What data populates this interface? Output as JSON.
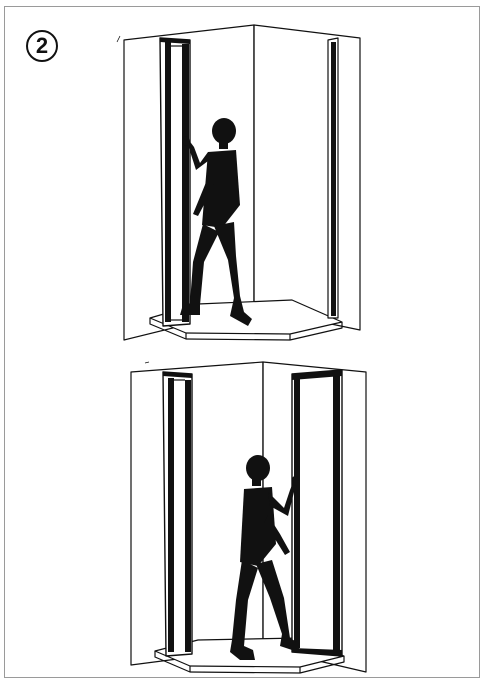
{
  "step": {
    "number": "2"
  },
  "colors": {
    "ink": "#111111",
    "frame_border": "#9a9a9a",
    "background": "#ffffff"
  },
  "illustrations": [
    {
      "scene": "top",
      "subject": "person-silhouette",
      "action": "opening-left-door"
    },
    {
      "scene": "bottom",
      "subject": "person-silhouette",
      "action": "opening-right-door"
    }
  ]
}
